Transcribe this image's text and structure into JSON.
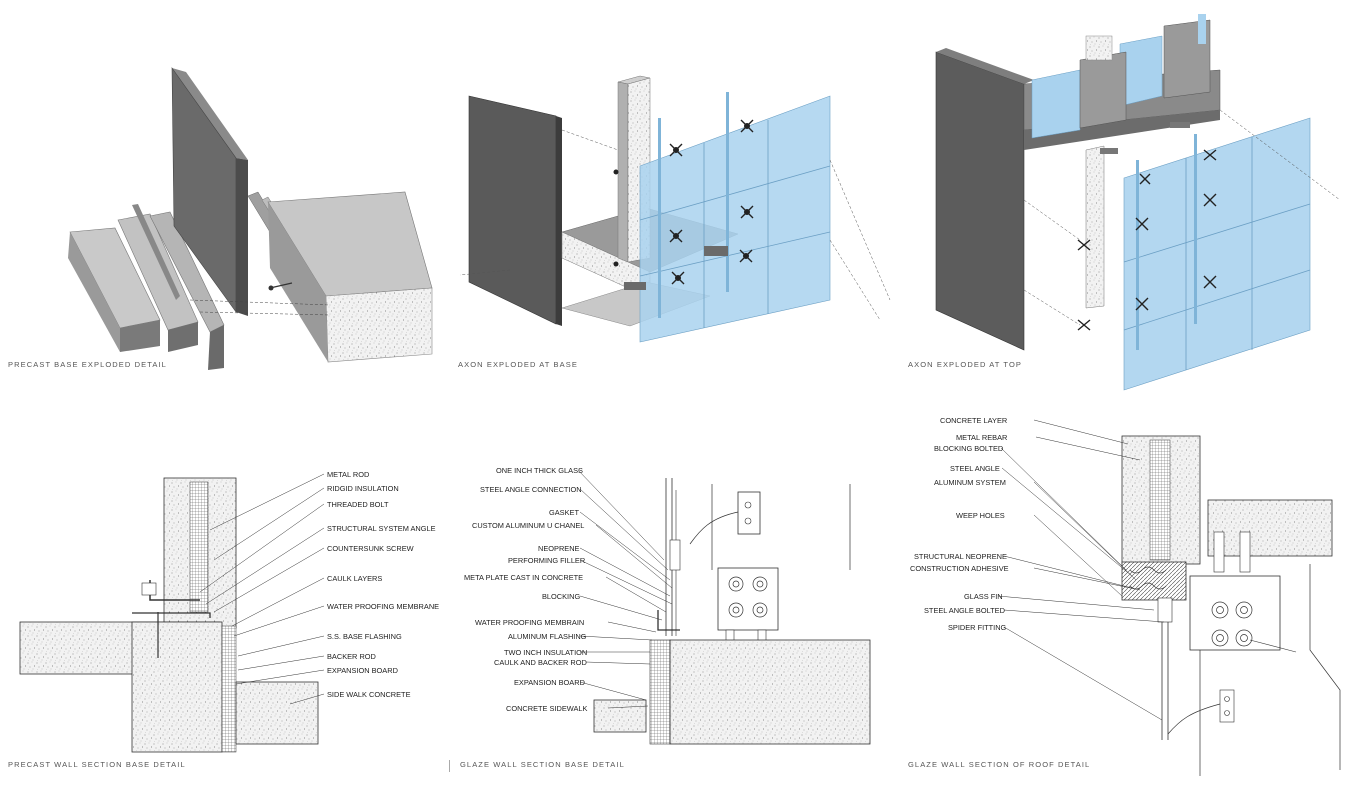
{
  "panels": {
    "p1": {
      "caption": "PRECAST BASE EXPLODED DETAIL"
    },
    "p2": {
      "caption": "AXON EXPLODED AT BASE"
    },
    "p3": {
      "caption": "AXON EXPLODED AT TOP"
    },
    "p4": {
      "caption": "PRECAST WALL SECTION BASE DETAIL",
      "labels": [
        "METAL ROD",
        "RIDGID INSULATION",
        "THREADED BOLT",
        "STRUCTURAL SYSTEM ANGLE",
        "COUNTERSUNK SCREW",
        "CAULK LAYERS",
        "WATER PROOFING MEMBRANE",
        "S.S. BASE FLASHING",
        "BACKER ROD",
        "EXPANSION BOARD",
        "SIDE WALK CONCRETE"
      ]
    },
    "p5": {
      "caption": "GLAZE WALL SECTION BASE DETAIL",
      "labels": [
        "ONE INCH THICK GLASS",
        "STEEL ANGLE CONNECTION",
        "GASKET",
        "CUSTOM ALUMINUM U CHANEL",
        "NEOPRENE",
        "PERFORMING FILLER",
        "META PLATE CAST IN CONCRETE",
        "BLOCKING",
        "WATER PROOFING MEMBRAIN",
        "ALUMINUM FLASHING",
        "TWO INCH INSULATION",
        "CAULK AND BACKER ROD",
        "EXPANSION BOARD",
        "CONCRETE SIDEWALK"
      ]
    },
    "p6": {
      "caption": "GLAZE WALL SECTION OF ROOF DETAIL",
      "labels": [
        "CONCRETE LAYER",
        "METAL REBAR",
        "BLOCKING BOLTED",
        "STEEL ANGLE",
        "ALUMINUM SYSTEM",
        "WEEP HOLES",
        "STRUCTURAL NEOPRENE",
        "CONSTRUCTION ADHESIVE",
        "GLASS FIN",
        "STEEL ANGLE BOLTED",
        "SPIDER FITTING"
      ]
    }
  },
  "colors": {
    "glass": "#a9d2ee",
    "concrete_dark": "#5c5c5c",
    "concrete_light": "#bdbdbd"
  }
}
